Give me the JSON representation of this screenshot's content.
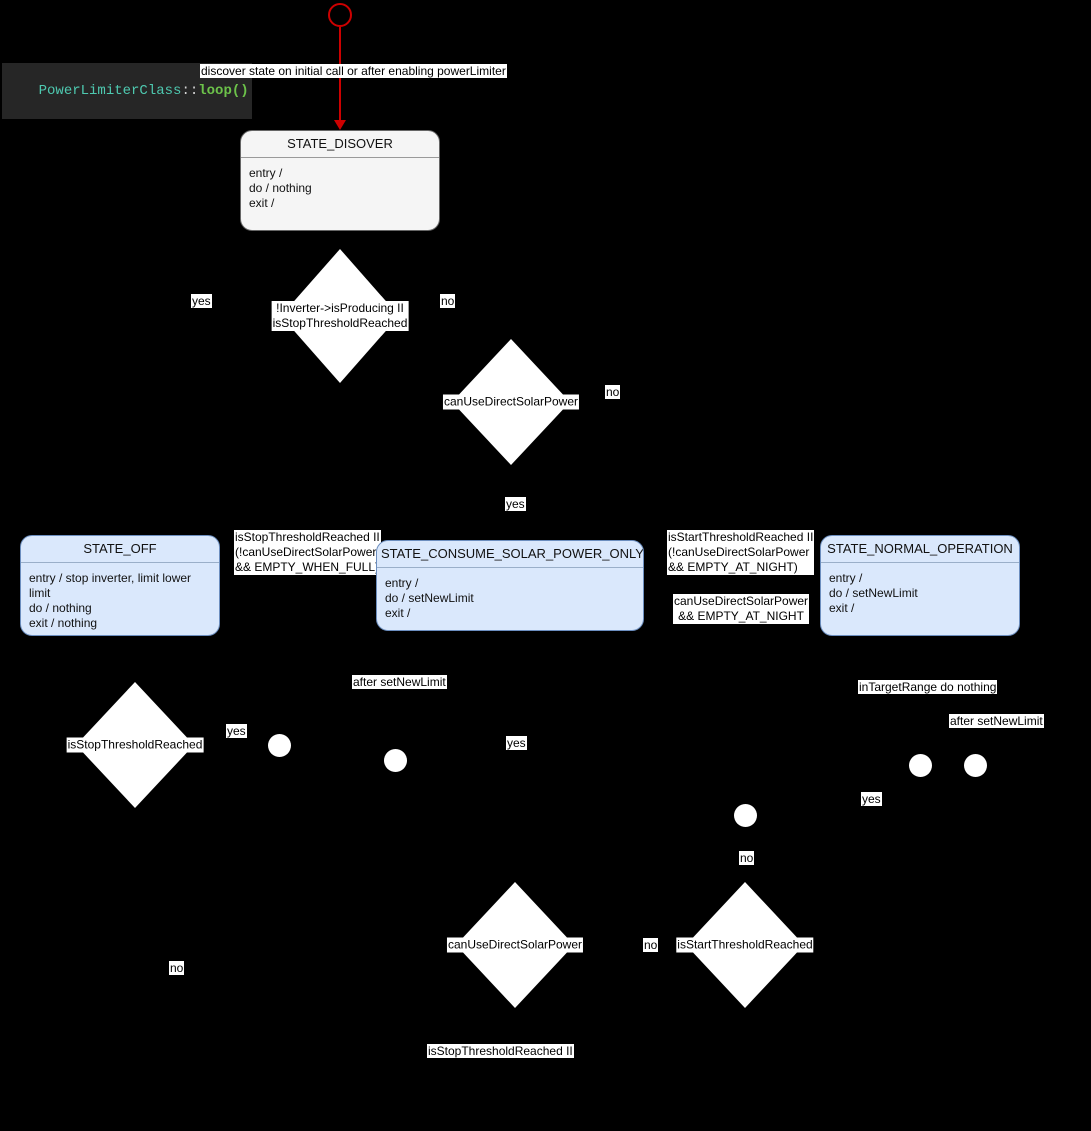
{
  "title": {
    "class_name": "PowerLimiterClass",
    "separator": "::",
    "function": "loop()"
  },
  "start": {
    "transition_label": "discover state on initial call or after enabling powerLimiter"
  },
  "states": [
    {
      "id": "state-disover",
      "name": "STATE_DISOVER",
      "entry": "entry /",
      "do": "do / nothing",
      "exit": "exit /"
    },
    {
      "id": "state-off",
      "name": "STATE_OFF",
      "entry": "entry / stop inverter, limit lower limit",
      "do": "do / nothing",
      "exit": "exit / nothing"
    },
    {
      "id": "state-consume-solar-power-only",
      "name": "STATE_CONSUME_SOLAR_POWER_ONLY",
      "entry": "entry /",
      "do": "do / setNewLimit",
      "exit": "exit /"
    },
    {
      "id": "state-normal-operation",
      "name": "STATE_NORMAL_OPERATION",
      "entry": "entry /",
      "do": "do / setNewLimit",
      "exit": "exit /"
    }
  ],
  "decisions": [
    {
      "id": "decision-inverter-producing",
      "line1": "!Inverter->isProducing II",
      "line2": "isStopThresholdReached"
    },
    {
      "id": "decision-can-use-direct-solar-power-top",
      "line1": "canUseDirectSolarPower"
    },
    {
      "id": "decision-is-stop-threshold-reached",
      "line1": "isStopThresholdReached"
    },
    {
      "id": "decision-can-use-direct-solar-power-bottom",
      "line1": "canUseDirectSolarPower"
    },
    {
      "id": "decision-is-start-threshold-reached",
      "line1": "isStartThresholdReached"
    }
  ],
  "guards": {
    "stop_threshold_or_empty_when_full": "isStopThresholdReached II\n(!canUseDirectSolarPower\n&& EMPTY_WHEN_FULL)",
    "start_threshold_or_empty_at_night": "isStartThresholdReached II\n(!canUseDirectSolarPower\n&& EMPTY_AT_NIGHT)",
    "can_use_direct_solar_empty_at_night": "canUseDirectSolarPower\n&& EMPTY_AT_NIGHT",
    "after_set_new_limit_left": "after setNewLimit",
    "after_set_new_limit_right": "after setNewLimit",
    "in_target_range_do_nothing": "inTargetRange do nothing",
    "is_stop_threshold_reached_bottom": "isStopThresholdReached II"
  },
  "branch_labels": {
    "yes_top_left": "yes",
    "no_top_right": "no",
    "no_solar_top": "no",
    "yes_solar_top": "yes",
    "yes_stop_threshold": "yes",
    "yes_consume_solar": "yes",
    "yes_normal_operation": "yes",
    "no_start_threshold_top": "no",
    "no_start_threshold_left": "no",
    "no_bottom_left": "no"
  },
  "colors": {
    "background": "#000000",
    "state_fill": "#dae8fc",
    "state_stroke": "#6c8ebf",
    "neutral_fill": "#f5f5f5",
    "accent_arrow": "#cc0000",
    "shape_fill": "#ffffff",
    "title_class": "#4ec9b0",
    "title_function": "#6cc24a"
  }
}
